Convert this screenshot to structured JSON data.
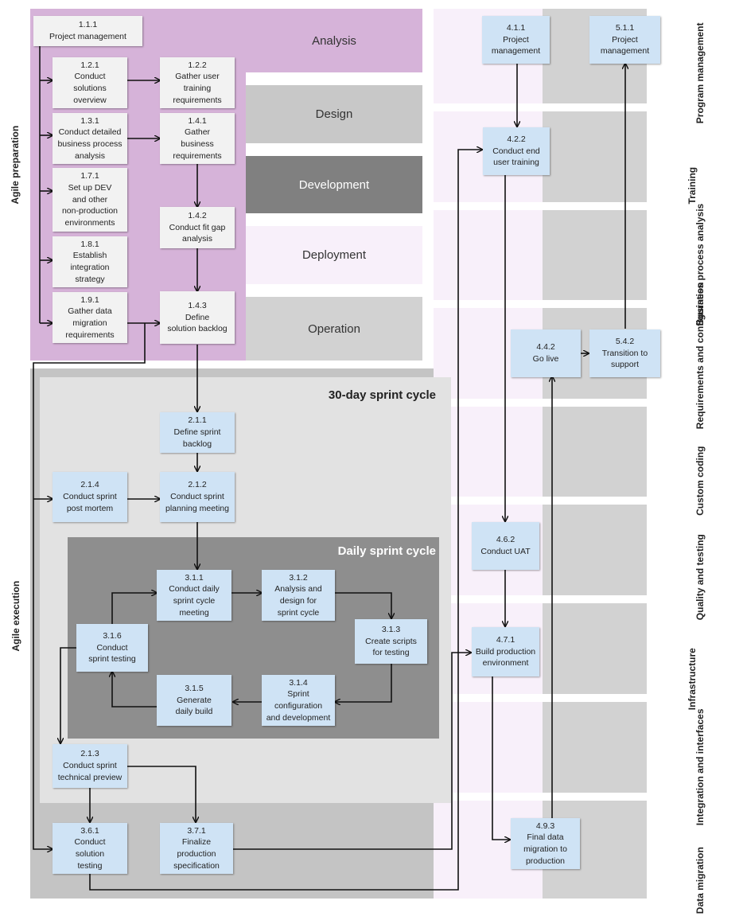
{
  "side_labels": {
    "agile_preparation": "Agile preparation",
    "agile_execution": "Agile execution"
  },
  "phases": [
    "Analysis",
    "Design",
    "Development",
    "Deployment",
    "Operation"
  ],
  "sections": {
    "sprint_30": "30-day sprint cycle",
    "daily_sprint": "Daily sprint cycle"
  },
  "lanes": [
    "Program\nmanagement",
    "Training",
    "Business\nprocess analysis",
    "Requirements and\nconfiguration",
    "Custom\ncoding",
    "Quality\nand testing",
    "Infrastructure",
    "Integration\nand interfaces",
    "Data\nmigration"
  ],
  "boxes": {
    "b111": {
      "id": "1.1.1",
      "text": "Project management"
    },
    "b121": {
      "id": "1.2.1",
      "text": "Conduct\nsolutions\noverview"
    },
    "b122": {
      "id": "1.2.2",
      "text": "Gather user\ntraining\nrequirements"
    },
    "b131": {
      "id": "1.3.1",
      "text": "Conduct detailed\nbusiness process\nanalysis"
    },
    "b141": {
      "id": "1.4.1",
      "text": "Gather\nbusiness\nrequirements"
    },
    "b171": {
      "id": "1.7.1",
      "text": "Set up DEV\nand other\nnon-production\nenvironments"
    },
    "b142": {
      "id": "1.4.2",
      "text": "Conduct fit gap\nanalysis"
    },
    "b181": {
      "id": "1.8.1",
      "text": "Establish\nintegration\nstrategy"
    },
    "b191": {
      "id": "1.9.1",
      "text": "Gather data\nmigration\nrequirements"
    },
    "b143": {
      "id": "1.4.3",
      "text": "Define\nsolution backlog"
    },
    "b211": {
      "id": "2.1.1",
      "text": "Define sprint\nbacklog"
    },
    "b214": {
      "id": "2.1.4",
      "text": "Conduct sprint\npost mortem"
    },
    "b212": {
      "id": "2.1.2",
      "text": "Conduct sprint\nplanning meeting"
    },
    "b311": {
      "id": "3.1.1",
      "text": "Conduct daily\nsprint cycle\nmeeting"
    },
    "b312": {
      "id": "3.1.2",
      "text": "Analysis and\ndesign for\nsprint cycle"
    },
    "b313": {
      "id": "3.1.3",
      "text": "Create scripts\nfor testing"
    },
    "b316": {
      "id": "3.1.6",
      "text": "Conduct\nsprint testing"
    },
    "b315": {
      "id": "3.1.5",
      "text": "Generate\ndaily build"
    },
    "b314": {
      "id": "3.1.4",
      "text": "Sprint\nconfiguration\nand development"
    },
    "b213": {
      "id": "2.1.3",
      "text": "Conduct sprint\ntechnical preview"
    },
    "b361": {
      "id": "3.6.1",
      "text": "Conduct\nsolution\ntesting"
    },
    "b371": {
      "id": "3.7.1",
      "text": "Finalize\nproduction\nspecification"
    },
    "b411": {
      "id": "4.1.1",
      "text": "Project\nmanagement"
    },
    "b511": {
      "id": "5.1.1",
      "text": "Project\nmanagement"
    },
    "b422": {
      "id": "4.2.2",
      "text": "Conduct end\nuser training"
    },
    "b442": {
      "id": "4.4.2",
      "text": "Go live"
    },
    "b542": {
      "id": "5.4.2",
      "text": "Transition to\nsupport"
    },
    "b462": {
      "id": "4.6.2",
      "text": "Conduct UAT"
    },
    "b471": {
      "id": "4.7.1",
      "text": "Build production\nenvironment"
    },
    "b493": {
      "id": "4.9.3",
      "text": "Final data\nmigration to\nproduction"
    }
  },
  "colors": {
    "analysis_purple": "#d6b3d9",
    "design_gray": "#c8c8c8",
    "development_gray": "#808080",
    "deployment_lavender": "#f8f0fa",
    "operation_gray": "#d2d2d2",
    "execution_gray": "#c4c4c4",
    "sprint30_bg": "#e2e2e2",
    "daily_bg": "#8e8e8e",
    "box_gray": "#f2f2f2",
    "box_blue": "#cfe3f5"
  }
}
